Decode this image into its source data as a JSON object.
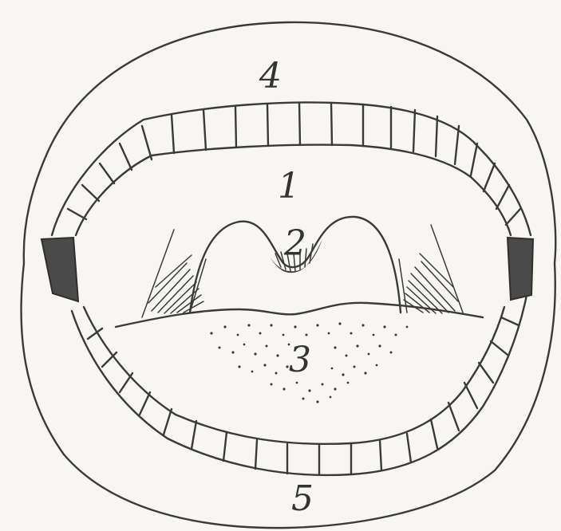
{
  "labels": {
    "palate": "1",
    "uvula": "2",
    "tongue": "3",
    "upper_lip": "4",
    "lower_lip": "5"
  },
  "colors": {
    "ink": "#3a3a3a",
    "paper": "#f7f6f3"
  }
}
